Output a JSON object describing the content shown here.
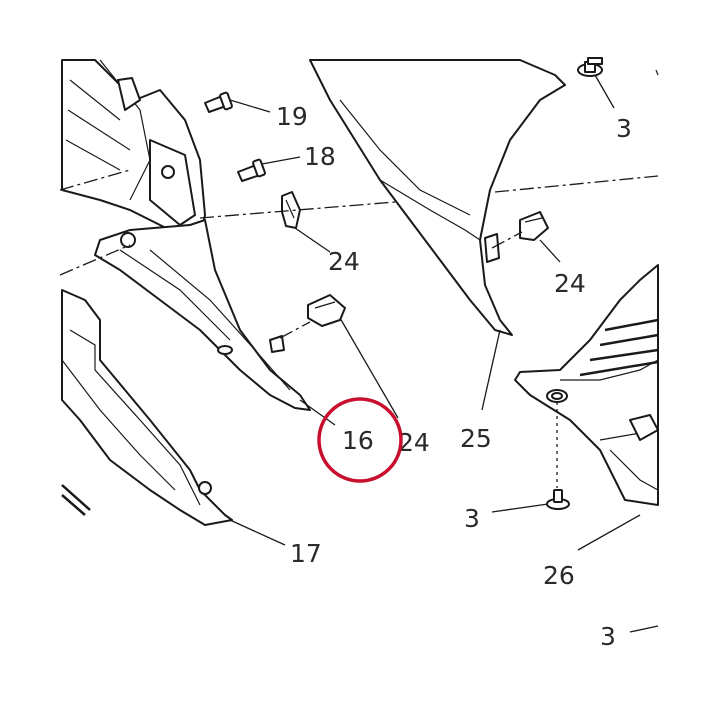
{
  "labels": {
    "l19": "19",
    "l18": "18",
    "l24a": "24",
    "l24b": "24",
    "l24c": "24",
    "l3a": "3",
    "l3b": "3",
    "l3c": "3",
    "l25": "25",
    "l16": "16",
    "l17": "17",
    "l26": "26"
  },
  "colors": {
    "highlight": "#c8102e",
    "line": "#1a1a1a"
  }
}
